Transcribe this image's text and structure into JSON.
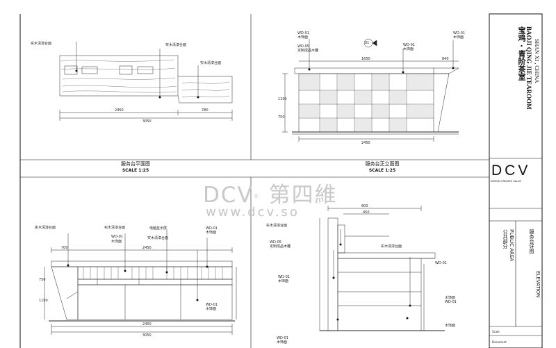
{
  "plan": {
    "labels": [
      "实木清漆台面",
      "实木清漆台面",
      "实木清漆台面"
    ],
    "dims": [
      "2450",
      "780",
      "3050"
    ],
    "caption": "服务台平面图",
    "scale": "SCALE 1:25"
  },
  "front": {
    "labels_left": [
      "WD-01",
      "木饰面",
      "WD-05",
      "定制成品木雕"
    ],
    "marker": "01",
    "labels_right": [
      "WD-01",
      "木饰面",
      "WD-01",
      "木饰面"
    ],
    "dims_top": [
      "1650",
      "840"
    ],
    "dims_left": [
      "1100",
      "750"
    ],
    "dim_bottom": "2450",
    "caption": "服务台正立面图",
    "scale": "SCALE 1:25"
  },
  "back": {
    "labels": [
      "实木清漆台面",
      "实木清漆台面",
      "电脑显示屏",
      "WD-01",
      "木饰面",
      "实木清漆台面",
      "WD-01",
      "木饰面",
      "WD-01",
      "木饰面"
    ],
    "dims_top": [
      "700",
      "2450"
    ],
    "dims_left": [
      "750",
      "1100"
    ],
    "dims_bottom": [
      "2450",
      "3050"
    ]
  },
  "section": {
    "labels_left": [
      "实木清漆台面",
      "WD-05",
      "定制成品木雕",
      "WD-01",
      "木饰面",
      "WD-01",
      "木饰面"
    ],
    "labels_right": [
      "实木清漆台面",
      "WD-01",
      "木饰面",
      "WD-01",
      "木饰面"
    ],
    "dims_top": [
      "800",
      "450"
    ]
  },
  "watermark": {
    "brand": "DCV",
    "name": "第四維",
    "url": "www.dcv.so"
  },
  "titleblock": {
    "project_cn": "宝鸡 · 青阶茶室",
    "project_en": "BAOJI QING JIE TEAROOM",
    "location": "SHAN XI , CHINA",
    "logo": "DCV",
    "slogan": "DESIGN CREATES VALUE",
    "area_cn": "公共部分",
    "area_en": "PUBLIC AREA",
    "drawing_cn": "服务台详图",
    "drawing_en": "ELEVATION",
    "scale_label": "Scale",
    "document_label": "Document"
  },
  "colors": {
    "line": "#111111",
    "watermark": "#c9c9c9"
  }
}
